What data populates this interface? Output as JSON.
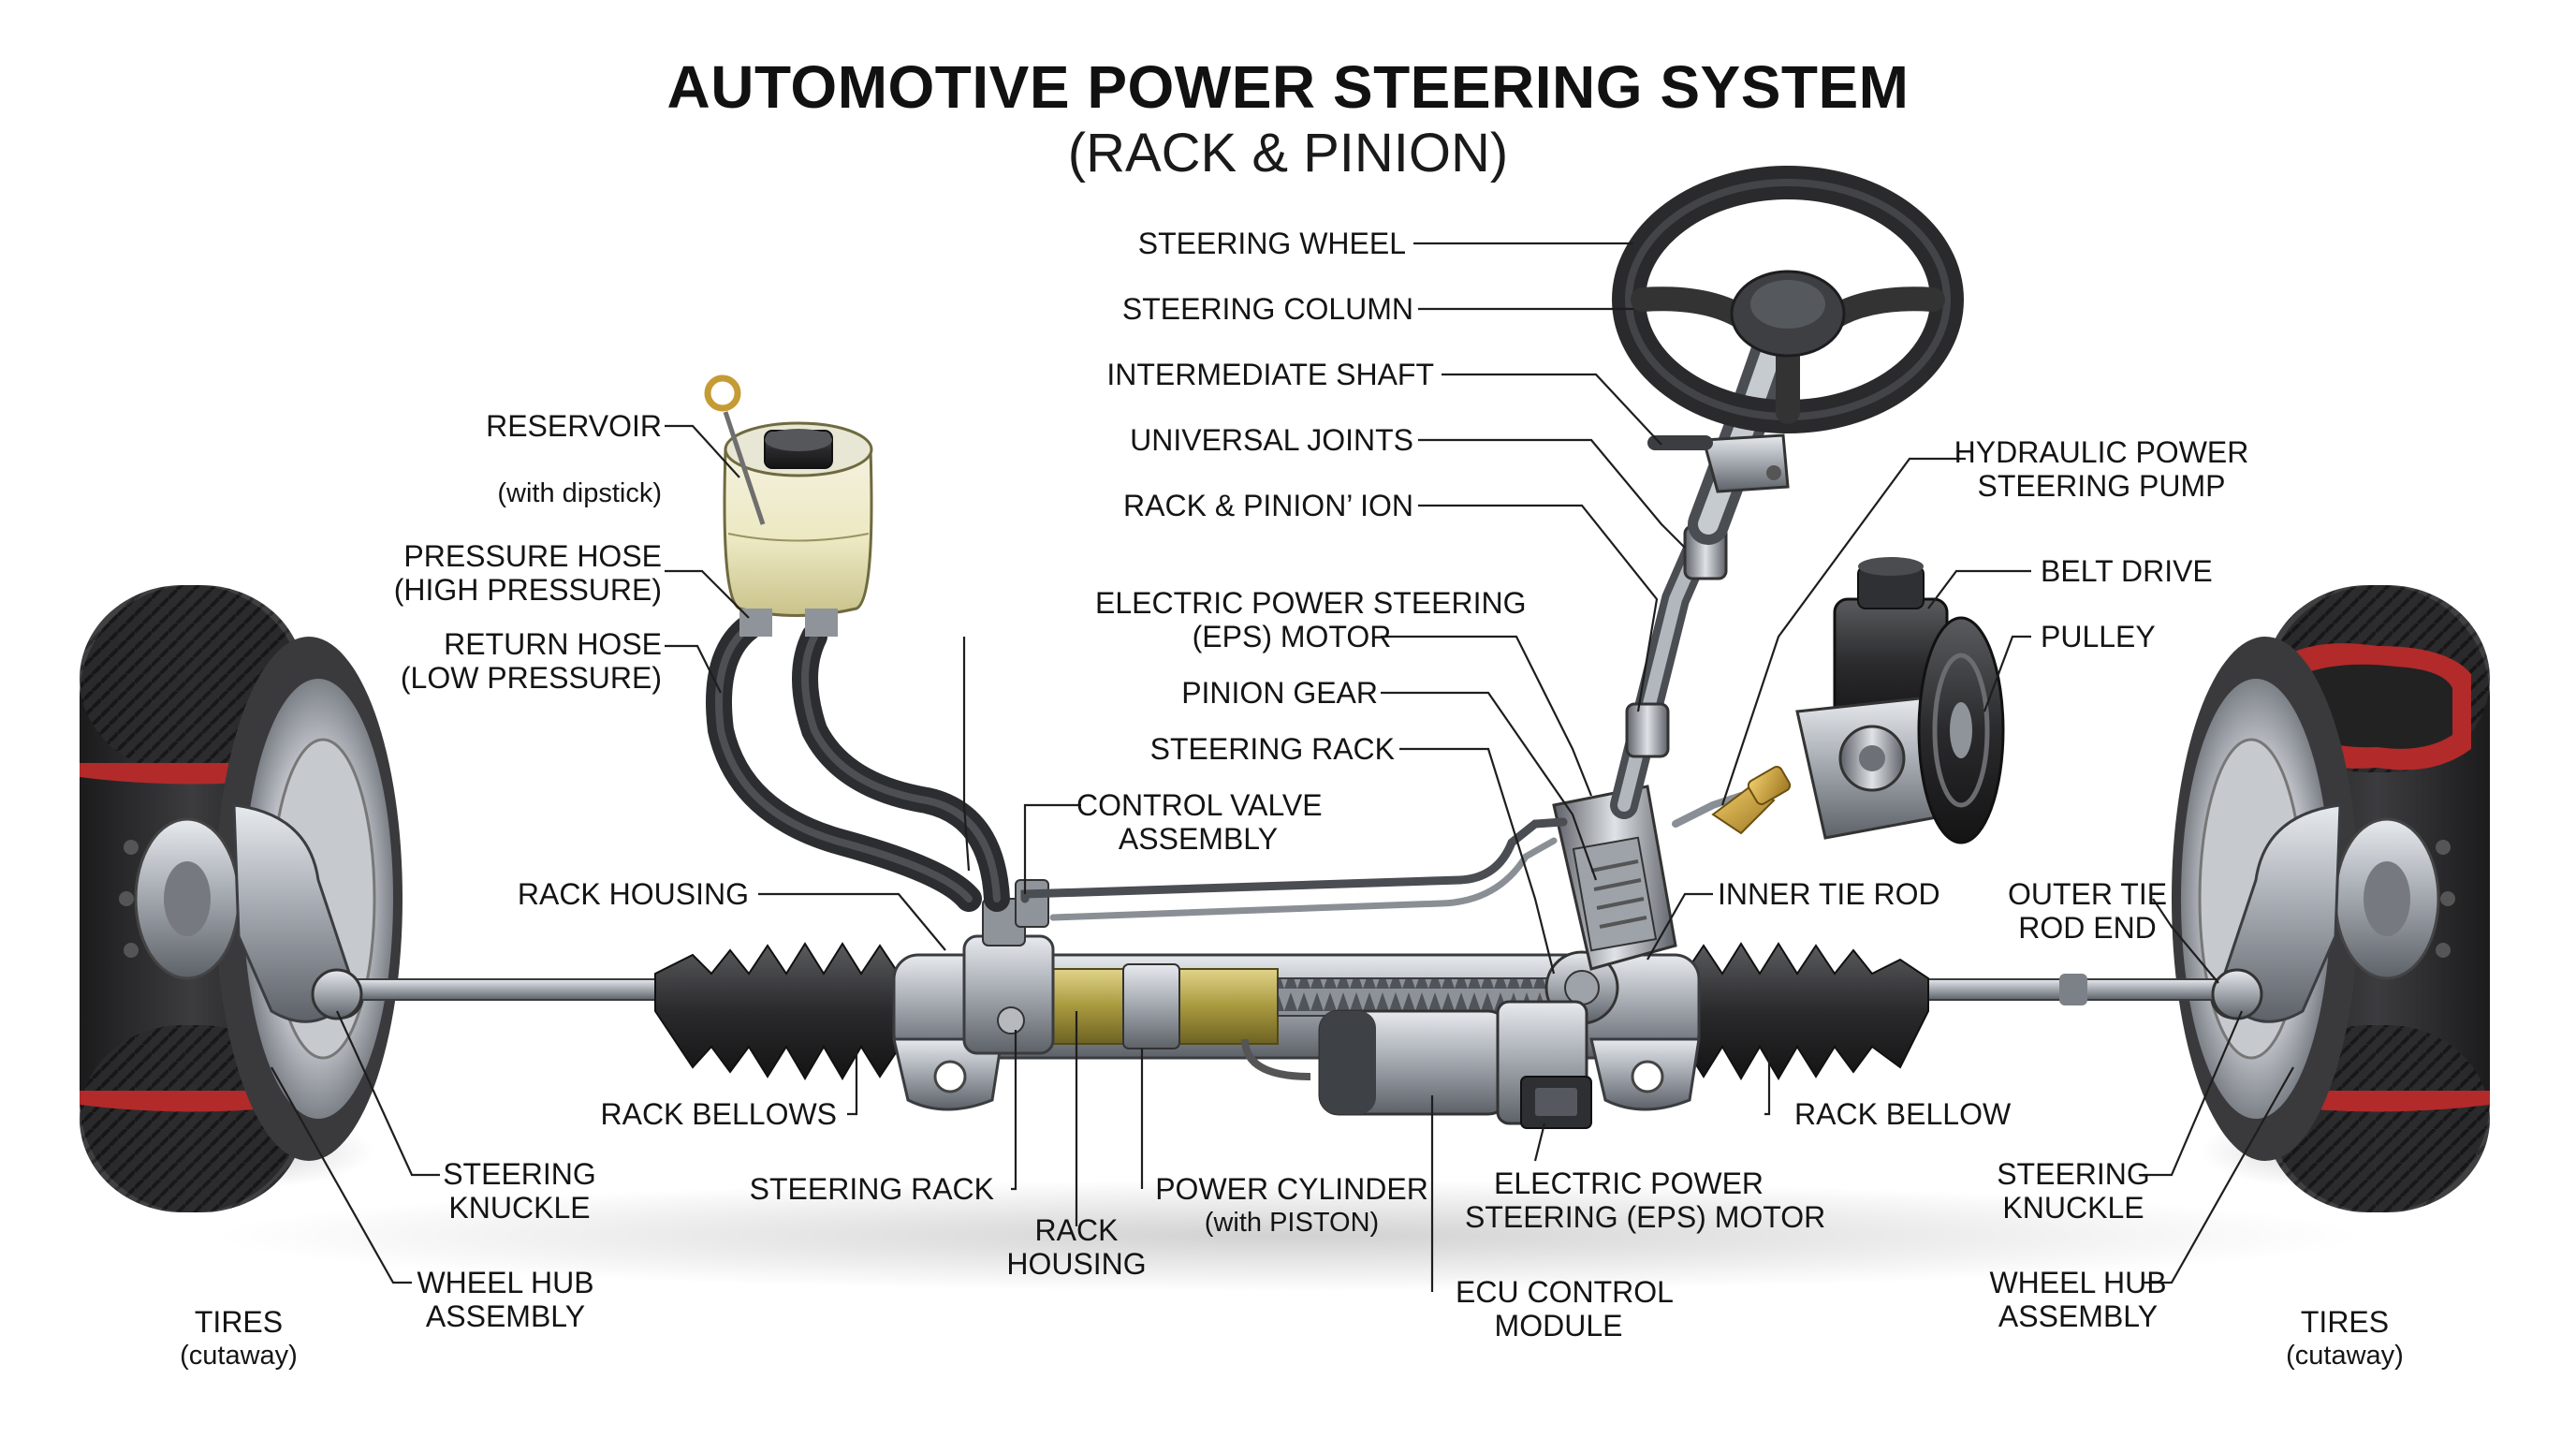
{
  "title": "AUTOMOTIVE POWER STEERING SYSTEM",
  "subtitle": "(RACK & PINION)",
  "labels": {
    "steering_wheel": "STEERING WHEEL",
    "steering_column": "STEERING COLUMN",
    "intermediate_shaft": "INTERMEDIATE SHAFT",
    "universal_joints": "UNIVERSAL JOINTS",
    "rack_pinion": "RACK & PINION’ ION",
    "reservoir": "RESERVOIR",
    "reservoir_note": "(with dipstick)",
    "pressure_hose_1": "PRESSURE HOSE",
    "pressure_hose_2": "(HIGH PRESSURE)",
    "return_hose_1": "RETURN HOSE",
    "return_hose_2": "(LOW PRESSURE)",
    "eps_motor_top_1": "ELECTRIC POWER STEERING",
    "eps_motor_top_2": "(EPS) MOTOR",
    "pinion_gear": "PINION GEAR",
    "steering_rack_top": "STEERING RACK",
    "control_valve_1": "CONTROL VALVE",
    "control_valve_2": "ASSEMBLY",
    "rack_housing_left": "RACK HOUSING",
    "hydraulic_pump_1": "HYDRAULIC POWER",
    "hydraulic_pump_2": "STEERING PUMP",
    "belt_drive": "BELT DRIVE",
    "pulley": "PULLEY",
    "inner_tie_rod": "INNER TIE ROD",
    "outer_tie_1": "OUTER TIE",
    "outer_tie_2": "ROD END",
    "rack_bellows": "RACK BELLOWS",
    "rack_bellow": "RACK BELLOW",
    "steering_rack_bottom": "STEERING RACK",
    "rack_housing_bottom_1": "RACK",
    "rack_housing_bottom_2": "HOUSING",
    "power_cylinder_1": "POWER CYLINDER",
    "power_cylinder_2": "(with PISTON)",
    "eps_motor_bottom_1": "ELECTRIC POWER",
    "eps_motor_bottom_2": "STEERING (EPS) MOTOR",
    "ecu_1": "ECU CONTROL",
    "ecu_2": "MODULE",
    "knuckle_left_1": "STEERING",
    "knuckle_left_2": "KNUCKLE",
    "hub_left_1": "WHEEL HUB",
    "hub_left_2": "ASSEMBLY",
    "tires_left_1": "TIRES",
    "tires_left_2": "(cutaway)",
    "knuckle_right_1": "STEERING",
    "knuckle_right_2": "KNUCKLE",
    "hub_right_1": "WHEEL HUB",
    "hub_right_2": "ASSEMBLY",
    "tires_right_1": "TIRES",
    "tires_right_2": "(cutaway)"
  },
  "colors": {
    "metal": "#9aa0a6",
    "dark_metal": "#4a4d52",
    "rubber": "#2b2b2d",
    "tire_red": "#b22a2a",
    "fluid": "#d9d6a8",
    "brass": "#c9a03a",
    "cylinder_olive": "#a89a4a"
  }
}
